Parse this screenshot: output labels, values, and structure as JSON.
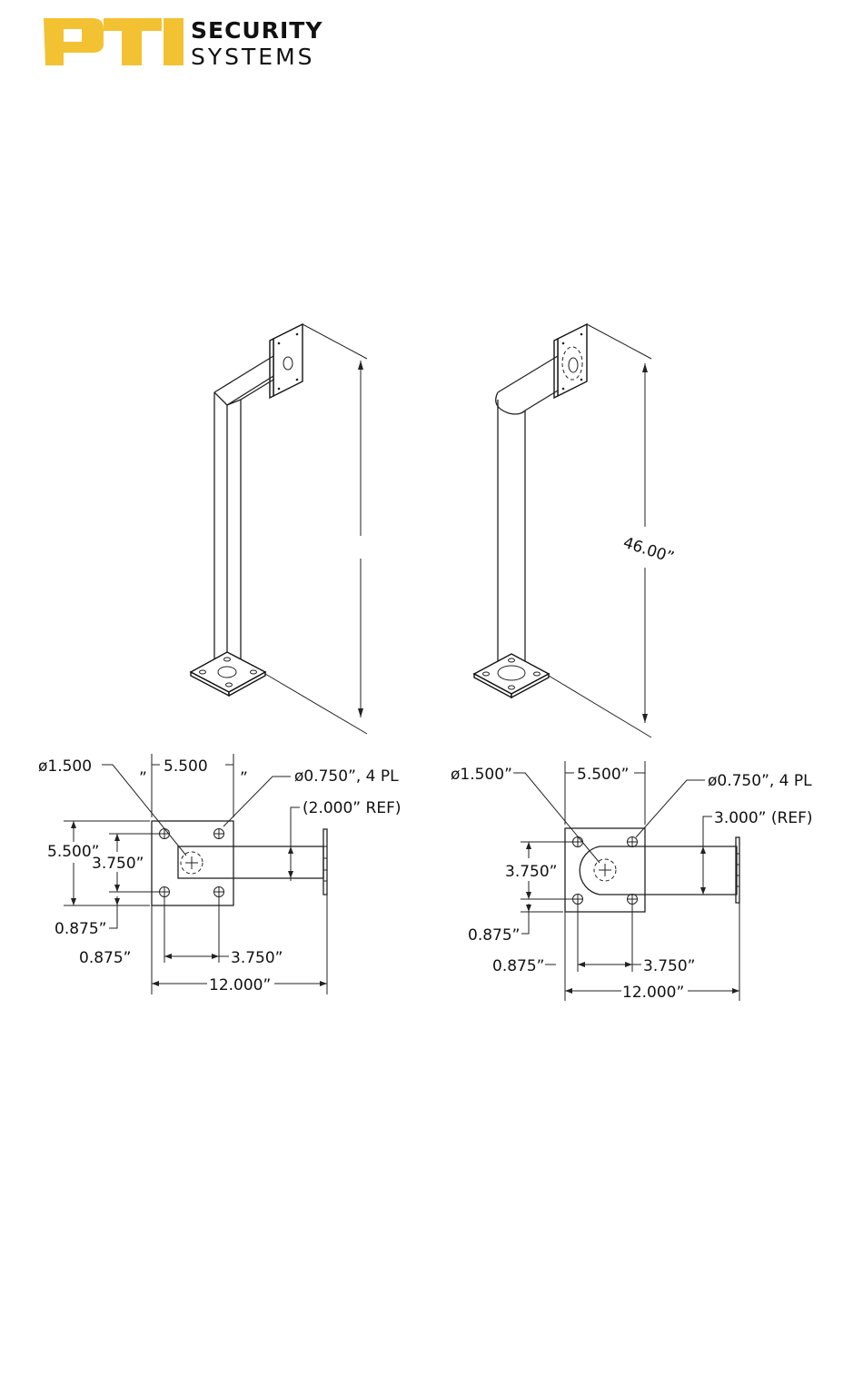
{
  "logo": {
    "brand": "PTI",
    "line1": "SECURITY",
    "line2": "SYSTEMS",
    "brand_color": "#f3c232"
  },
  "left_view": {
    "hole_dia": "ø1.500",
    "plate_width_top": "5.500",
    "tick_left": "”",
    "tick_right": "”",
    "bolt_dia": "ø0.750”,  4  PL",
    "arm_ref": "(2.000”  REF)",
    "plate_height": "5.500”",
    "bolt_spacing_v": "3.750”",
    "edge_offset_v": "0.875”",
    "edge_offset_h": "0.875”",
    "bolt_spacing_h": "3.750”",
    "overall_length": "12.000”"
  },
  "right_view": {
    "hole_dia": "ø1.500”",
    "plate_width_top": "5.500”",
    "bolt_dia": "ø0.750”,  4  PL",
    "arm_ref": "3.000”  (REF)",
    "bolt_spacing_v": "3.750”",
    "edge_offset_v": "0.875”",
    "edge_offset_h": "0.875”",
    "bolt_spacing_h": "3.750”",
    "overall_length": "12.000”"
  },
  "height_dim": "46.00”"
}
